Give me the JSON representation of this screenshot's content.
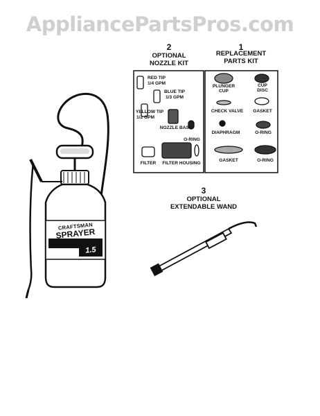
{
  "watermark": "AppliancePartsPros.com",
  "kits": {
    "nozzle": {
      "number": "2",
      "title_line1": "OPTIONAL",
      "title_line2": "NOZZLE KIT",
      "labels": {
        "red_tip_1": "RED TIP",
        "red_tip_2": "1/4 GPM",
        "blue_tip_1": "BLUE TIP",
        "blue_tip_2": "1/3 GPM",
        "yellow_tip_1": "YELLOW TIP",
        "yellow_tip_2": "1/2 GPM",
        "nozzle_base": "NOZZLE BASE",
        "o_ring": "O-RING",
        "filter": "FILTER",
        "filter_housing": "FILTER HOUSING"
      }
    },
    "replacement": {
      "number": "1",
      "title_line1": "REPLACEMENT",
      "title_line2": "PARTS KIT",
      "labels": {
        "plunger_cup_1": "PLUNGER",
        "plunger_cup_2": "CUP",
        "cup_disc_1": "CUP",
        "cup_disc_2": "DISC",
        "check_valve": "CHECK VALVE",
        "gasket_1": "GASKET",
        "diaphragm": "DIAPHRAGM",
        "o_ring_1": "O-RING",
        "gasket_2": "GASKET",
        "o_ring_2": "O-RING"
      }
    },
    "wand": {
      "number": "3",
      "title_line1": "OPTIONAL",
      "title_line2": "EXTENDABLE WAND"
    }
  },
  "sprayer": {
    "brand": "CRAFTSMAN",
    "product": "SPRAYER",
    "capacity": "1.5"
  }
}
